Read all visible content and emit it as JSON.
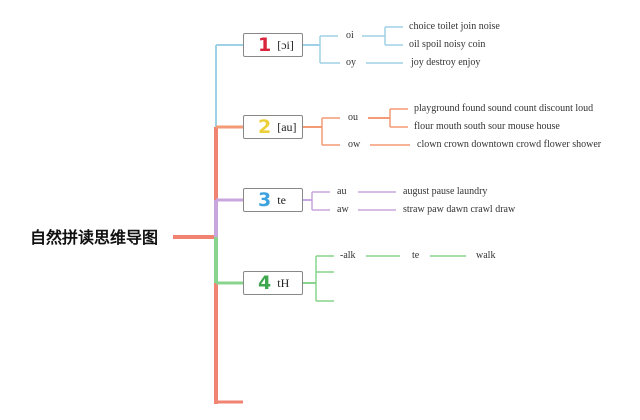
{
  "title": "自然拼读思维导图",
  "colors": {
    "trunk": "#f08372",
    "b1": "#9fd1e6",
    "b2": "#f39a76",
    "b3": "#c7a7de",
    "b4": "#89d48c",
    "n1": "#d9243b",
    "n2": "#ecd03b",
    "n3": "#3da2dd",
    "n4": "#3fa84f"
  },
  "branches": [
    {
      "number": "1",
      "label": "[ɔi]",
      "items": [
        {
          "key": "oi",
          "words": [
            "choice toilet join noise",
            "oil spoil noisy coin"
          ]
        },
        {
          "key": "oy",
          "words": [
            "joy destroy enjoy"
          ]
        }
      ]
    },
    {
      "number": "2",
      "label": "[au]",
      "items": [
        {
          "key": "ou",
          "words": [
            "playground found sound count discount loud",
            "flour mouth south sour mouse house"
          ]
        },
        {
          "key": "ow",
          "words": [
            "clown crown downtown crowd flower shower"
          ]
        }
      ]
    },
    {
      "number": "3",
      "label": "te",
      "items": [
        {
          "key": "au",
          "words": [
            "august pause laundry"
          ]
        },
        {
          "key": "aw",
          "words": [
            "straw paw dawn crawl draw"
          ]
        }
      ]
    },
    {
      "number": "4",
      "label": "tH",
      "items": [
        {
          "key": "-alk",
          "mid": "te",
          "words": [
            "walk"
          ]
        }
      ]
    }
  ]
}
